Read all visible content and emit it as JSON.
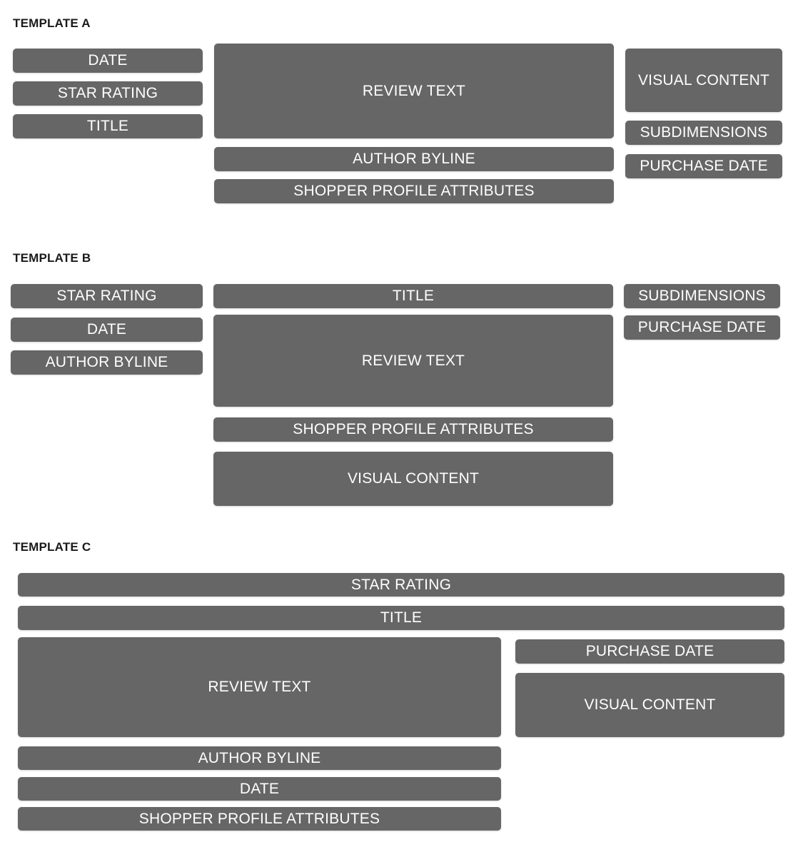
{
  "page": {
    "background_color": "#ffffff",
    "block_color": "#666666",
    "block_text_color": "#ffffff",
    "heading_color": "#1a1a1a"
  },
  "templates": [
    {
      "id": "a",
      "heading": "TEMPLATE A",
      "columns": {
        "left": [
          {
            "key": "date",
            "label": "DATE"
          },
          {
            "key": "star",
            "label": "STAR RATING"
          },
          {
            "key": "title",
            "label": "TITLE"
          }
        ],
        "middle": [
          {
            "key": "review",
            "label": "REVIEW TEXT"
          },
          {
            "key": "byline",
            "label": "AUTHOR BYLINE"
          },
          {
            "key": "shopper",
            "label": "SHOPPER PROFILE ATTRIBUTES"
          }
        ],
        "right": [
          {
            "key": "visual",
            "label": "VISUAL CONTENT"
          },
          {
            "key": "subdim",
            "label": "SUBDIMENSIONS"
          },
          {
            "key": "purchase",
            "label": "PURCHASE DATE"
          }
        ]
      }
    },
    {
      "id": "b",
      "heading": "TEMPLATE B",
      "columns": {
        "left": [
          {
            "key": "star",
            "label": "STAR RATING"
          },
          {
            "key": "date",
            "label": "DATE"
          },
          {
            "key": "byline",
            "label": "AUTHOR BYLINE"
          }
        ],
        "middle": [
          {
            "key": "title",
            "label": "TITLE"
          },
          {
            "key": "review",
            "label": "REVIEW TEXT"
          },
          {
            "key": "shopper",
            "label": "SHOPPER PROFILE ATTRIBUTES"
          },
          {
            "key": "visual",
            "label": "VISUAL CONTENT"
          }
        ],
        "right": [
          {
            "key": "subdim",
            "label": "SUBDIMENSIONS"
          },
          {
            "key": "purchase",
            "label": "PURCHASE DATE"
          }
        ]
      }
    },
    {
      "id": "c",
      "heading": "TEMPLATE C",
      "columns": {
        "full": [
          {
            "key": "star",
            "label": "STAR RATING"
          },
          {
            "key": "title",
            "label": "TITLE"
          }
        ],
        "left": [
          {
            "key": "review",
            "label": "REVIEW TEXT"
          },
          {
            "key": "byline",
            "label": "AUTHOR BYLINE"
          },
          {
            "key": "date",
            "label": "DATE"
          },
          {
            "key": "shopper",
            "label": "SHOPPER PROFILE ATTRIBUTES"
          }
        ],
        "right": [
          {
            "key": "purchase",
            "label": "PURCHASE DATE"
          },
          {
            "key": "visual",
            "label": "VISUAL CONTENT"
          }
        ]
      }
    }
  ]
}
